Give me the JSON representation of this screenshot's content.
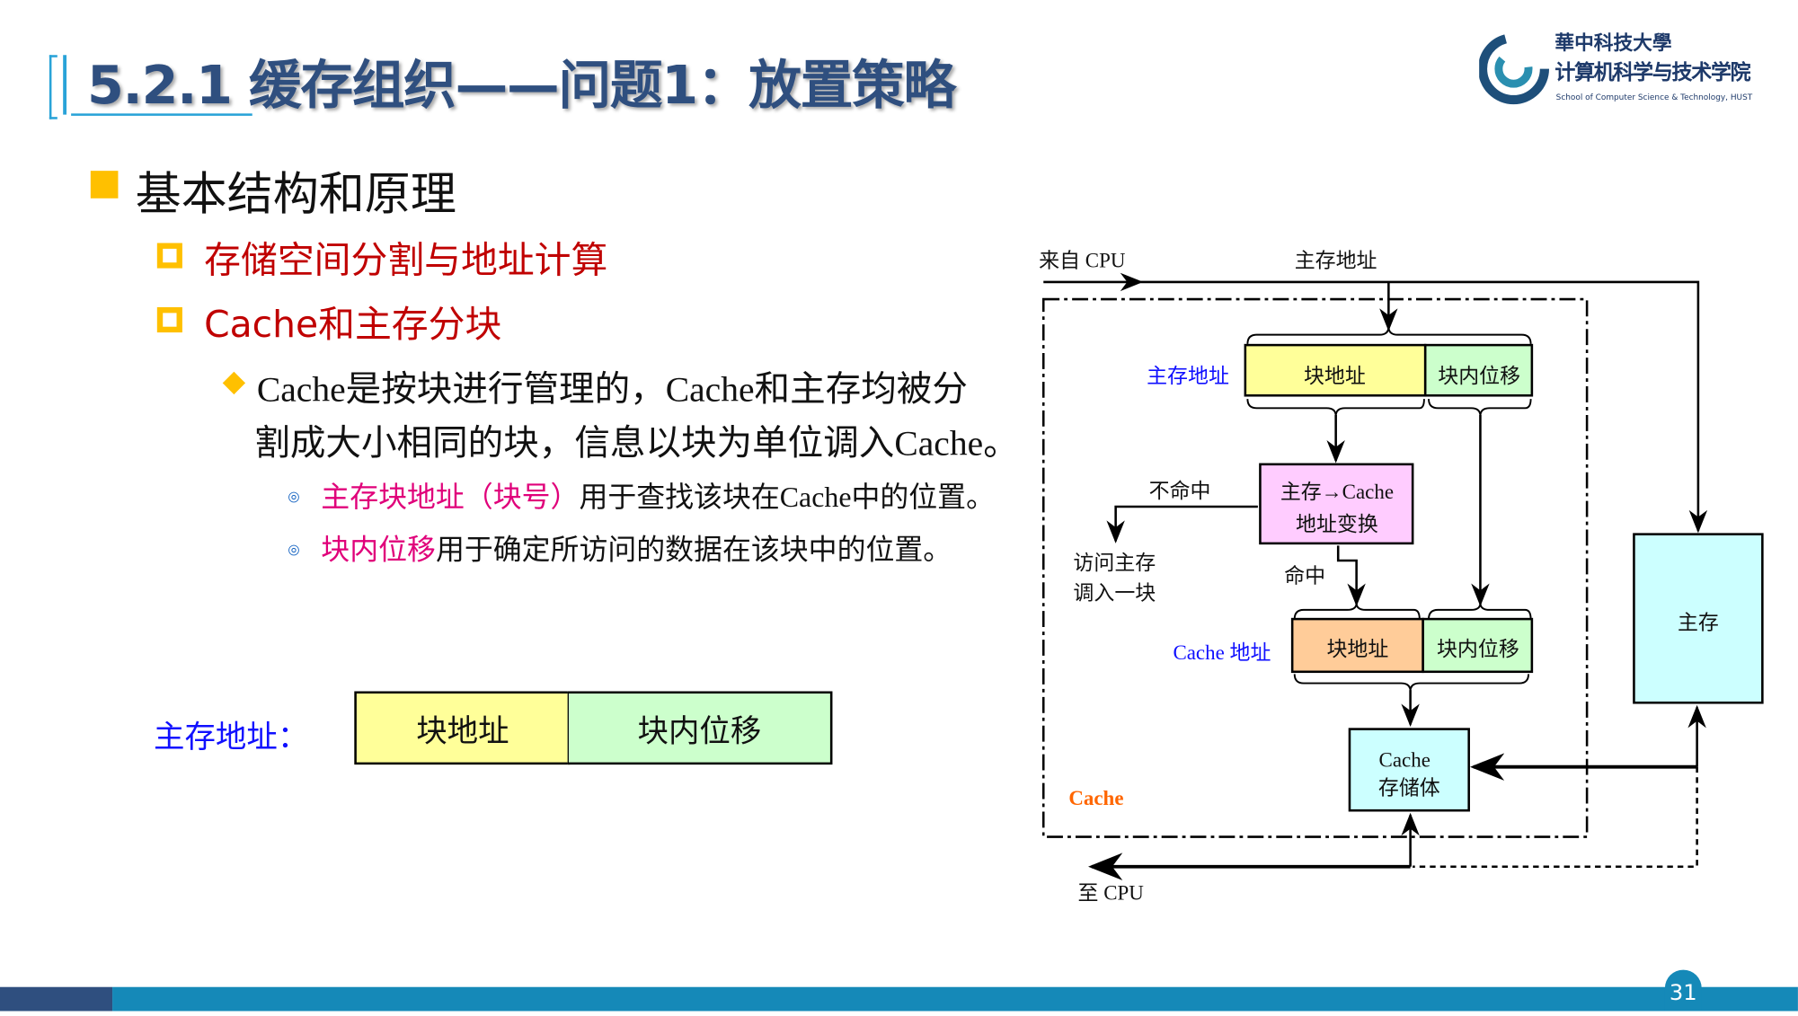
{
  "title": "5.2.1 缓存组织——问题1：放置策略",
  "logo": {
    "cn_name": "華中科技大學",
    "college": "计算机科学与技术学院",
    "en": "School of Computer Science & Technology, HUST"
  },
  "outline": {
    "heading": "基本结构和原理",
    "sub1": "存储空间分割与地址计算",
    "sub2": "Cache和主存分块",
    "para_line1": "Cache是按块进行管理的，Cache和主存均被分",
    "para_line2": "割成大小相同的块，信息以块为单位调入Cache。",
    "bullet1_hl": "主存块地址（块号）",
    "bullet1_rest": "用于查找该块在Cache中的位置。",
    "bullet2_hl": "块内位移",
    "bullet2_rest": "用于确定所访问的数据在该块中的位置。"
  },
  "address_format": {
    "label": "主存地址：",
    "block": "块地址",
    "offset": "块内位移"
  },
  "diagram": {
    "from_cpu": "来自 CPU",
    "main_addr_top": "主存地址",
    "main_addr": "主存地址",
    "block_addr": "块地址",
    "offset": "块内位移",
    "translate_line1": "主存→Cache",
    "translate_line2": "地址变换",
    "miss": "不命中",
    "miss_action1": "访问主存",
    "miss_action2": "调入一块",
    "hit": "命中",
    "cache_addr": "Cache 地址",
    "cache_store1": "Cache",
    "cache_store2": "存储体",
    "main_memory": "主存",
    "cache_label": "Cache",
    "to_cpu": "至 CPU"
  },
  "page_number": "31",
  "colors": {
    "title": "#2f4f7f",
    "accent": "#1589b8",
    "bullet": "#ffc000",
    "red": "#c00000",
    "magenta": "#e0007a",
    "blue": "#1010ff"
  }
}
